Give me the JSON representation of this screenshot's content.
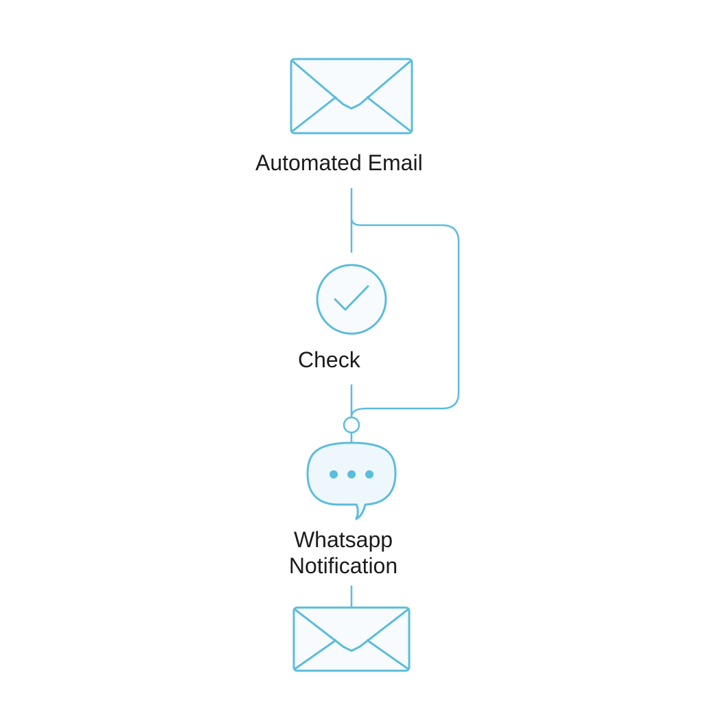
{
  "colors": {
    "stroke": "#5bbcdc",
    "icon_fill": "#f7fbfd",
    "bubble_fill": "#eef7fc",
    "dot": "#5bbcdc",
    "text": "#1b1b1b"
  },
  "nodes": {
    "automated_email": {
      "label": "Automated Email",
      "icon": "envelope-icon"
    },
    "check": {
      "label": "Check",
      "icon": "checkmark-circle-icon"
    },
    "whatsapp_notification": {
      "label_line1": "Whatsapp",
      "label_line2": "Notification",
      "icon": "chat-bubble-icon"
    },
    "final_email": {
      "icon": "envelope-icon"
    }
  }
}
